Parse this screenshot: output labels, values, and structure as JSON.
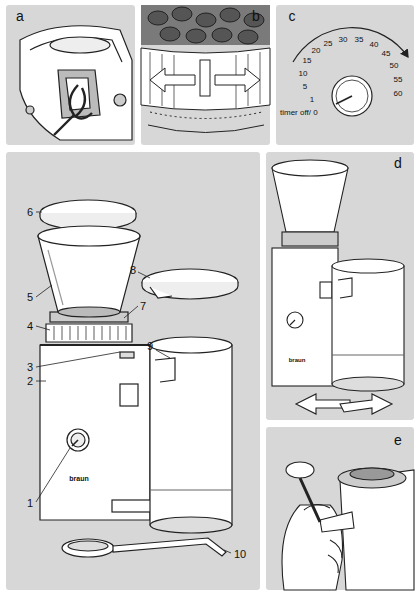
{
  "diagram": {
    "labels": [
      "a",
      "b",
      "c",
      "timer off/ 0",
      "1",
      "5",
      "10",
      "15",
      "20",
      "25",
      "30",
      "35",
      "40",
      "45",
      "50",
      "55",
      "60",
      "6",
      "5",
      "8",
      "4",
      "7",
      "3",
      "2",
      "9",
      "1",
      "10",
      "d",
      "braun",
      "e",
      "braun"
    ]
  }
}
